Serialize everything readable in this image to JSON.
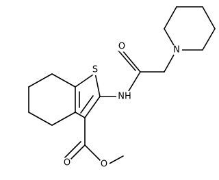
{
  "molecule": {
    "atoms": {
      "sulfur": "S",
      "amide_nh": "NH",
      "amide_oxygen": "O",
      "piperidine_nitrogen": "N",
      "ester_carbonyl_oxygen": "O",
      "ester_ether_oxygen": "O"
    },
    "colors": {
      "bond": "#000000",
      "label": "#000000",
      "background": "#ffffff"
    }
  }
}
